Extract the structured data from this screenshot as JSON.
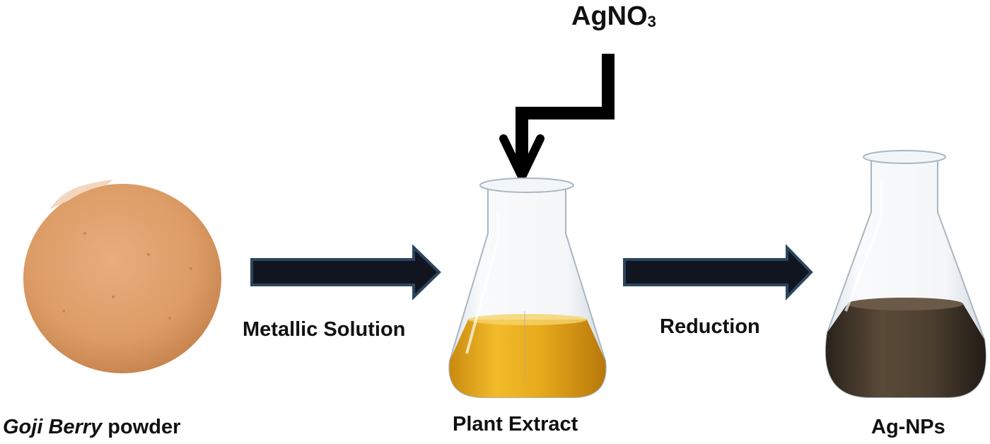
{
  "reagent": {
    "name": "AgNO",
    "subscript": "3"
  },
  "powder": {
    "italic": "Goji Berry",
    "rest": " powder"
  },
  "extract": {
    "label": "Plant Extract"
  },
  "product": {
    "label": "Ag-NPs"
  },
  "steps": {
    "step1": "Metallic Solution",
    "step2": "Reduction"
  },
  "colors": {
    "powder": "#e0a070",
    "extract_liquid": "#e0a418",
    "nanoparticle_liquid": "#4a3d2e",
    "arrow_fill": "#10151f",
    "arrow_outline": "#2c4560",
    "glass": "#cfd8e0"
  }
}
